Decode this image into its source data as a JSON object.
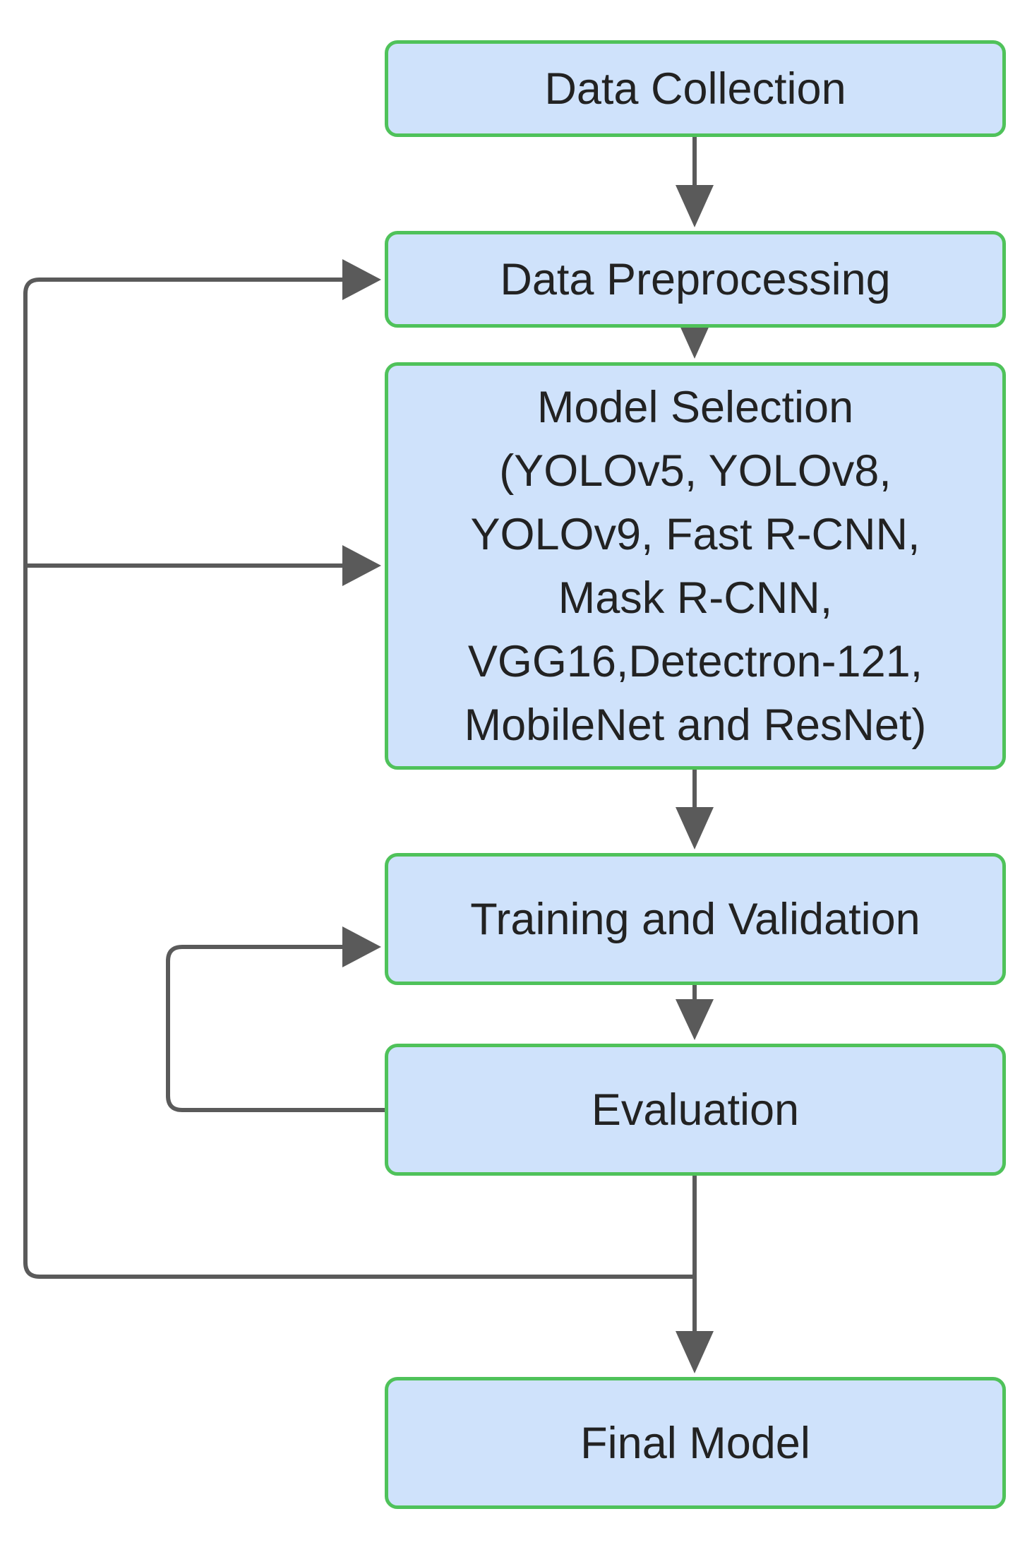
{
  "flowchart": {
    "nodes": {
      "data_collection": "Data Collection",
      "data_preprocessing": "Data Preprocessing",
      "model_selection": [
        "Model Selection",
        "(YOLOv5, YOLOv8,",
        "YOLOv9, Fast R-CNN,",
        "Mask R-CNN,",
        "VGG16,Detectron-121,",
        "MobileNet and ResNet)"
      ],
      "training_validation": "Training and Validation",
      "evaluation": "Evaluation",
      "final_model": "Final Model"
    },
    "edges": [
      {
        "from": "Data Collection",
        "to": "Data Preprocessing"
      },
      {
        "from": "Data Preprocessing",
        "to": "Model Selection"
      },
      {
        "from": "Model Selection",
        "to": "Training and Validation"
      },
      {
        "from": "Training and Validation",
        "to": "Evaluation"
      },
      {
        "from": "Evaluation",
        "to": "Training and Validation"
      },
      {
        "from": "Evaluation",
        "to": "Final Model"
      },
      {
        "from": "Evaluation",
        "to": "Data Preprocessing"
      },
      {
        "from": "Evaluation",
        "to": "Model Selection"
      }
    ],
    "colors": {
      "node_fill": "#cfe2fb",
      "node_border": "#4fc25a",
      "arrow": "#5a5a5a",
      "text": "#222222"
    }
  }
}
